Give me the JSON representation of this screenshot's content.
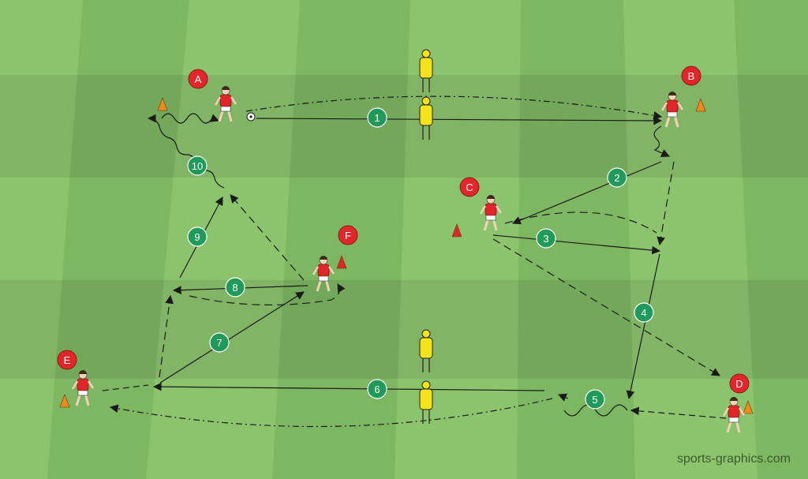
{
  "diagram": {
    "watermark": "sports-graphics.com",
    "colors": {
      "grass_light": "#88c06b",
      "grass_dark": "#6ea755",
      "player_red": "#e0262a",
      "label_red": "#e3262b",
      "step_green": "#1f9a5b",
      "mannequin_yellow": "#f4e31a",
      "cone_orange": "#f08a1d",
      "line": "#1a1a1a"
    },
    "players": [
      {
        "label": "A"
      },
      {
        "label": "B"
      },
      {
        "label": "C"
      },
      {
        "label": "D"
      },
      {
        "label": "E"
      },
      {
        "label": "F"
      }
    ],
    "steps": [
      "1",
      "2",
      "3",
      "4",
      "5",
      "6",
      "7",
      "8",
      "9",
      "10"
    ]
  }
}
